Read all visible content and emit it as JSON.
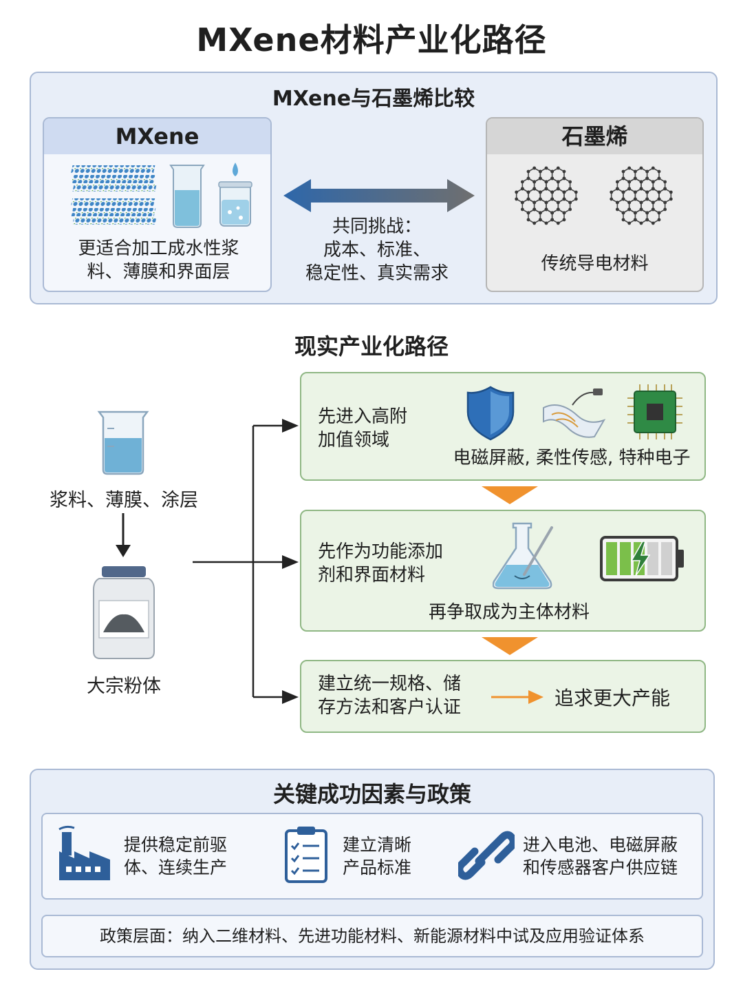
{
  "title": "MXene材料产业化路径",
  "comparison": {
    "title": "MXene与石墨烯比较",
    "mxene": {
      "name": "MXene",
      "desc_line1": "更适合加工成水性浆",
      "desc_line2": "料、薄膜和界面层"
    },
    "graphene": {
      "name": "石墨烯",
      "desc": "传统导电材料"
    },
    "challenge": {
      "line1": "共同挑战：",
      "line2": "成本、标准、",
      "line3": "稳定性、真实需求"
    }
  },
  "path": {
    "title": "现实产业化路径",
    "forms_label": "浆料、薄膜、涂层",
    "powder_label": "大宗粉体",
    "stages": [
      {
        "line1": "先进入高附",
        "line2": "加值领域",
        "apps": "电磁屏蔽, 柔性传感, 特种电子"
      },
      {
        "line1": "先作为功能添加",
        "line2": "剂和界面材料",
        "goal": "再争取成为主体材料"
      },
      {
        "line1": "建立统一规格、储",
        "line2": "存方法和客户认证",
        "result": "追求更大产能"
      }
    ]
  },
  "factors": {
    "title": "关键成功因素与政策",
    "items": [
      {
        "icon": "factory-icon",
        "line1": "提供稳定前驱",
        "line2": "体、连续生产"
      },
      {
        "icon": "checklist-icon",
        "line1": "建立清晰",
        "line2": "产品标准"
      },
      {
        "icon": "chain-link-icon",
        "line1": "进入电池、电磁屏蔽",
        "line2": "和传感器客户供应链"
      }
    ],
    "policy": "政策层面：纳入二维材料、先进功能材料、新能源材料中试及应用验证体系"
  },
  "colors": {
    "blue_panel": "#e8eef8",
    "green_panel": "#ebf4e6",
    "orange_arrow": "#f0922e",
    "icon_blue": "#2e5f9a"
  }
}
